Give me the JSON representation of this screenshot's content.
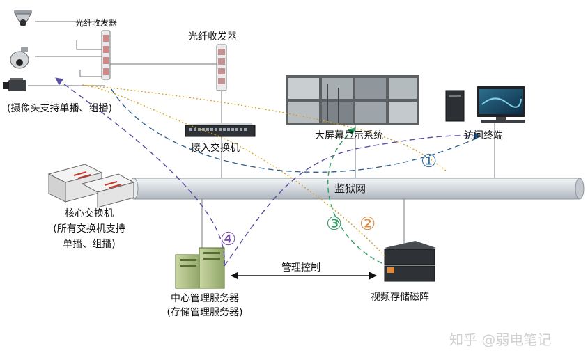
{
  "labels": {
    "transceiver_small": "光纤收发器",
    "transceiver_large": "光纤收发器",
    "camera_note": "(摄像头支持单播、组播)",
    "access_switch": "接入交换机",
    "video_wall": "大屏幕显示系统",
    "access_terminal": "访问终端",
    "prison_network": "监狱网",
    "core_switch_line1": "核心交换机",
    "core_switch_line2": "(所有交换机支持",
    "core_switch_line3": "单播、组播)",
    "management_control": "管理控制",
    "central_server_line1": "中心管理服务器",
    "central_server_line2": "(存储管理服务器)",
    "storage_array": "视频存储磁阵",
    "watermark": "知乎 @弱电笔记"
  },
  "markers": [
    {
      "text": "①",
      "color": "#3a6f9a"
    },
    {
      "text": "②",
      "color": "#e08a3c"
    },
    {
      "text": "③",
      "color": "#2e9c63"
    },
    {
      "text": "④",
      "color": "#7b4fa8"
    }
  ],
  "colors": {
    "flow1": "#2a5d8f",
    "flow2": "#d4a017",
    "flow3": "#2e9c63",
    "flow4": "#5a4ea0",
    "network_pipe": "#d9dde2"
  }
}
